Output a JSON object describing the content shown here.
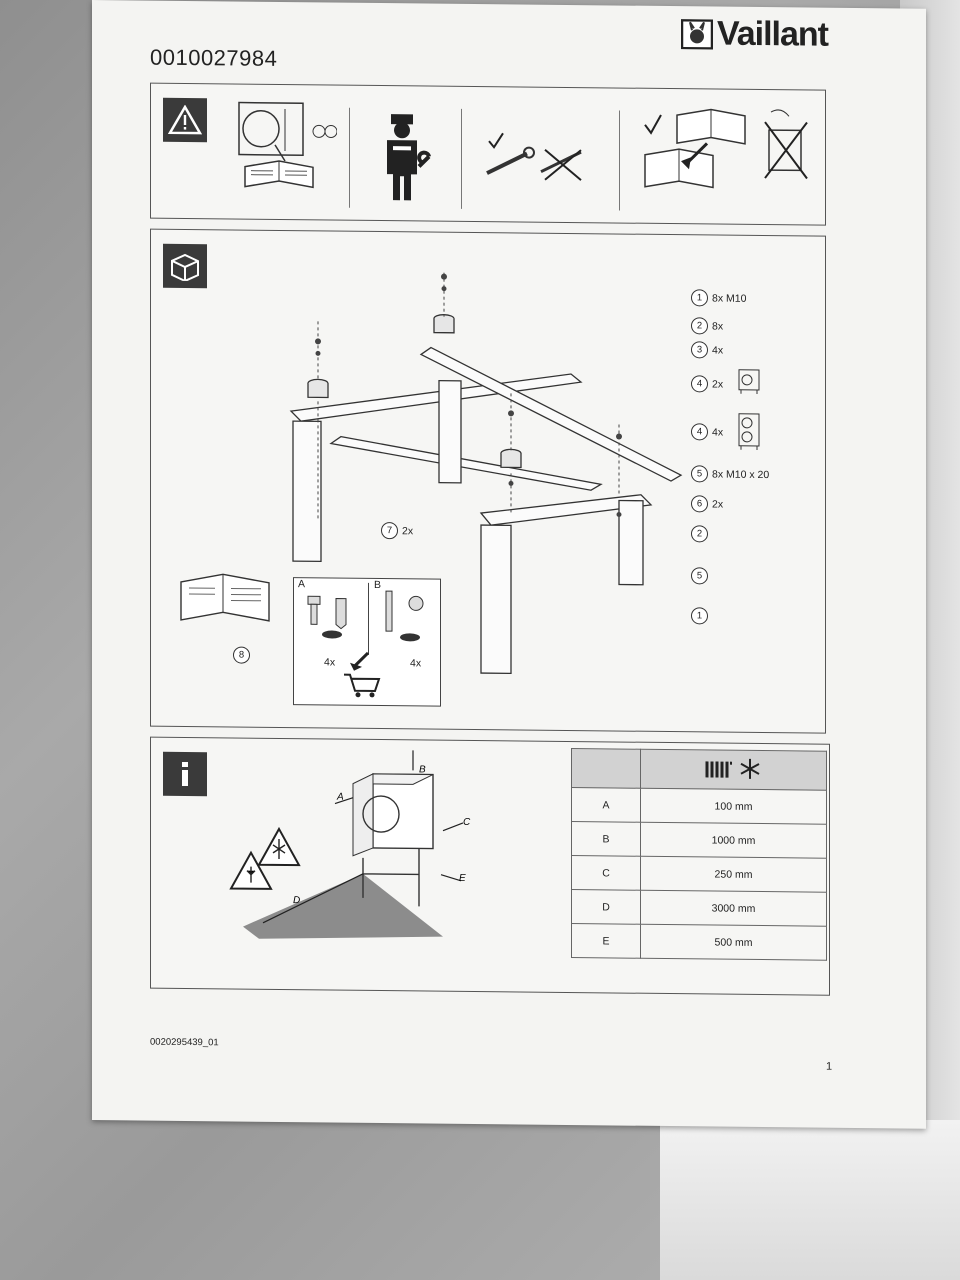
{
  "document": {
    "number": "0010027984",
    "brand": "Vaillant",
    "footer_code": "0020295439_01",
    "page_number": "1"
  },
  "parts": [
    {
      "num": "1",
      "text": "8x M10"
    },
    {
      "num": "2",
      "text": "8x"
    },
    {
      "num": "3",
      "text": "4x"
    },
    {
      "num": "4",
      "text": "2x"
    },
    {
      "num": "4",
      "text": "4x"
    },
    {
      "num": "5",
      "text": "8x M10 x 20"
    },
    {
      "num": "6",
      "text": "2x"
    },
    {
      "num": "2",
      "text": ""
    },
    {
      "num": "5",
      "text": ""
    },
    {
      "num": "1",
      "text": ""
    }
  ],
  "frame_part": {
    "num": "7",
    "text": "2x"
  },
  "manual_part": {
    "num": "8"
  },
  "accessory_box": {
    "option_a": "A",
    "option_b": "B",
    "qty_a": "4x",
    "qty_b": "4x"
  },
  "clearance_labels": [
    "A",
    "B",
    "C",
    "D",
    "E"
  ],
  "clearance_table": {
    "header_icons": [
      "radiator-icon",
      "snowflake-icon"
    ],
    "rows": [
      {
        "key": "A",
        "value": "100 mm"
      },
      {
        "key": "B",
        "value": "1000 mm"
      },
      {
        "key": "C",
        "value": "250 mm"
      },
      {
        "key": "D",
        "value": "3000 mm"
      },
      {
        "key": "E",
        "value": "500 mm"
      }
    ]
  }
}
